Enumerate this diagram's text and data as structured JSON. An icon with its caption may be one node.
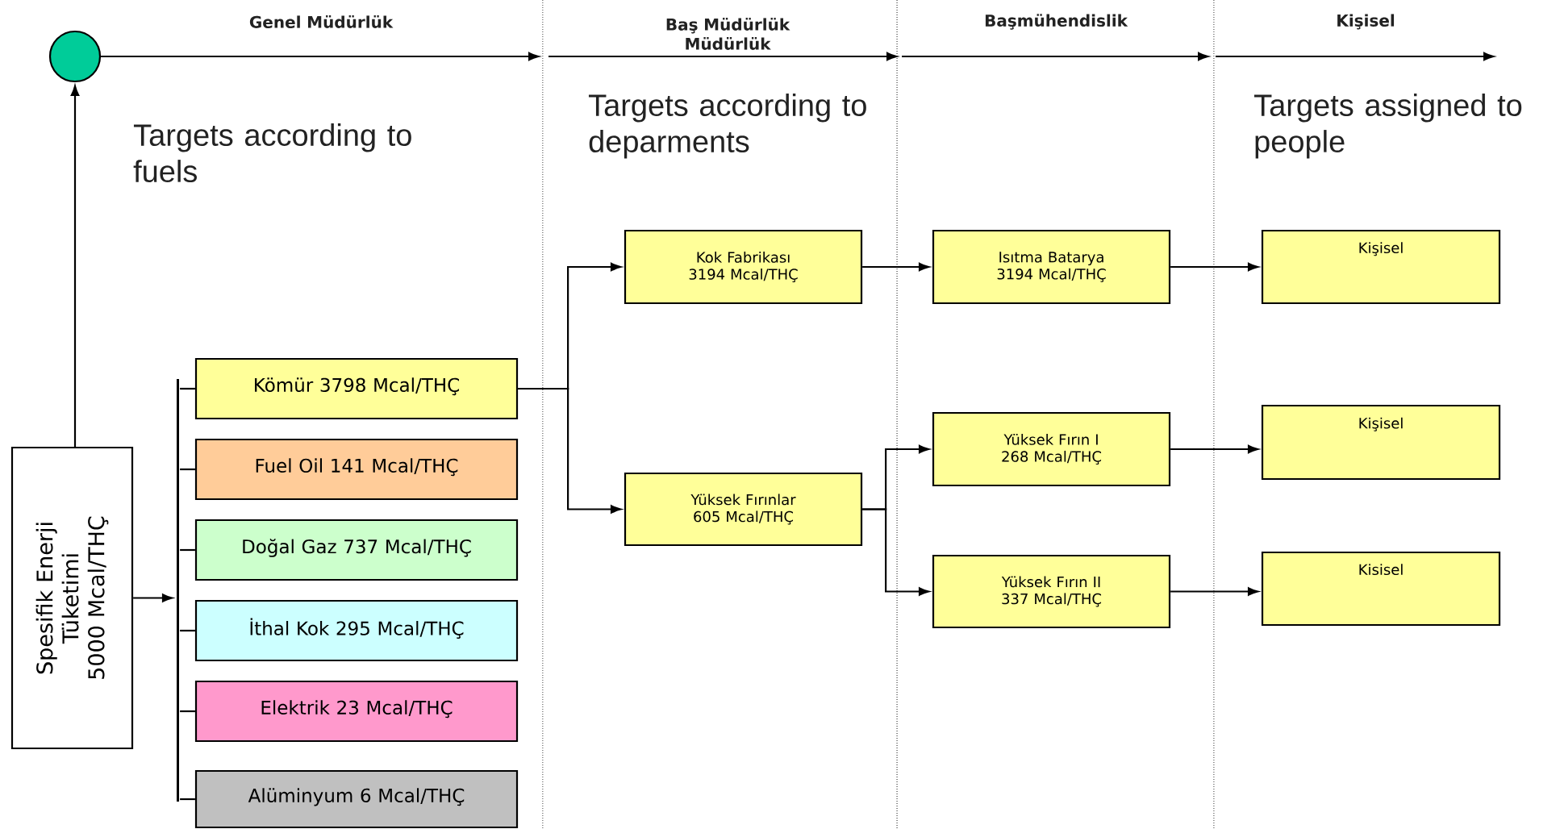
{
  "diagram": {
    "nodes": [
      {
        "text": [],
        "shape": "circle"
      },
      {
        "text": [
          "Spesifik Enerji Tüketimi",
          "5000 Mcal/THÇ"
        ]
      },
      {
        "text": [],
        "shape": "bar"
      },
      {
        "text": [
          "Kömür 3798 Mcal/THÇ"
        ]
      },
      {
        "text": [
          "Fuel Oil 141 Mcal/THÇ"
        ]
      },
      {
        "text": [
          "Doğal Gaz 737 Mcal/THÇ"
        ]
      },
      {
        "text": [
          "İthal Kok 295 Mcal/THÇ"
        ]
      },
      {
        "text": [
          "Elektrik 23 Mcal/THÇ"
        ]
      },
      {
        "text": [
          "Alüminyum 6 Mcal/THÇ"
        ]
      },
      {
        "text": [
          "Kok Fabrikası",
          "3194 Mcal/THÇ"
        ]
      },
      {
        "text": [
          "Yüksek Fırınlar",
          "605 Mcal/THÇ"
        ]
      },
      {
        "text": [
          "Isıtma Batarya",
          "3194 Mcal/THÇ"
        ]
      },
      {
        "text": [
          "Yüksek Fırın I",
          "268 Mcal/THÇ"
        ]
      },
      {
        "text": [
          "Yüksek Fırın II",
          "337 Mcal/THÇ"
        ]
      },
      {
        "text": [
          "Kişisel"
        ]
      },
      {
        "text": [
          "Kişisel"
        ]
      },
      {
        "text": [
          "Kisisel"
        ]
      }
    ],
    "edges": [
      {
        "from": 1,
        "to": 0,
        "arrow": "to"
      },
      {
        "from": 1,
        "to": 2,
        "arrow": "to"
      },
      {
        "from": 2,
        "to": 3,
        "arrow": "none"
      },
      {
        "from": 2,
        "to": 4,
        "arrow": "none"
      },
      {
        "from": 2,
        "to": 5,
        "arrow": "none"
      },
      {
        "from": 2,
        "to": 6,
        "arrow": "none"
      },
      {
        "from": 2,
        "to": 7,
        "arrow": "none"
      },
      {
        "from": 2,
        "to": 8,
        "arrow": "none"
      },
      {
        "from": 3,
        "to": 9,
        "arrow": "to"
      },
      {
        "from": 3,
        "to": 10,
        "arrow": "to"
      },
      {
        "from": 9,
        "to": 11,
        "arrow": "to"
      },
      {
        "from": 10,
        "to": 12,
        "arrow": "to"
      },
      {
        "from": 10,
        "to": 13,
        "arrow": "to"
      },
      {
        "from": 11,
        "to": 14,
        "arrow": "to"
      },
      {
        "from": 12,
        "to": 15,
        "arrow": "to"
      },
      {
        "from": 13,
        "to": 16,
        "arrow": "to"
      },
      {
        "from": 0,
        "to": null,
        "arrow": "to"
      }
    ],
    "labels": [
      "Genel Müdürlük",
      "Baş Müdürlük Müdürlük",
      "Başmühendislik",
      "Kişisel",
      "Targets according to fuels",
      "Targets according to deparments",
      "Targets assigned to people"
    ]
  }
}
